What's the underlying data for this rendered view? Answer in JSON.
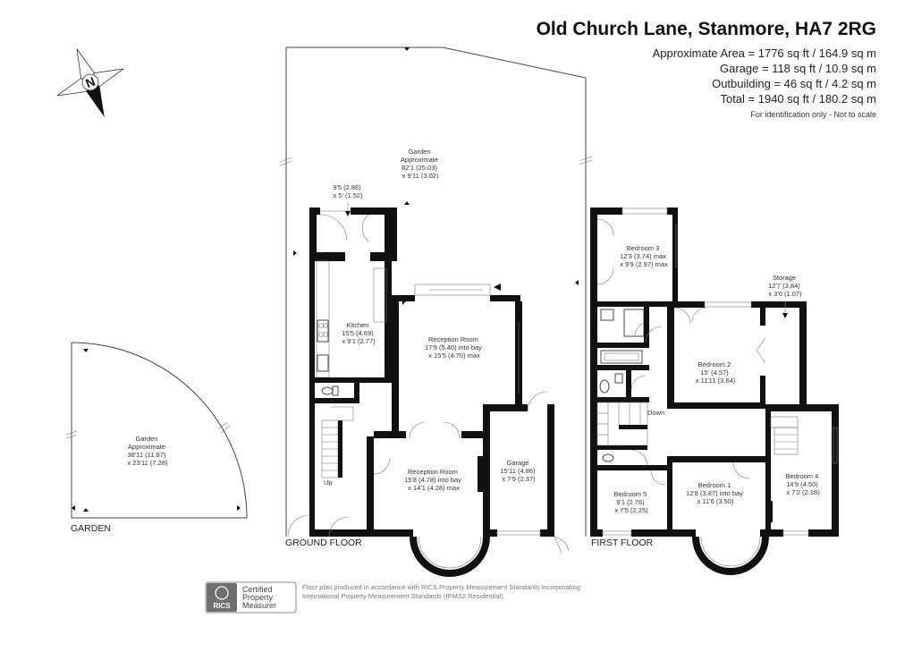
{
  "header": {
    "title": "Old Church Lane, Stanmore, HA7 2RG",
    "areas": [
      "Approximate Area = 1776 sq ft / 164.9 sq m",
      "Garage = 118 sq ft / 10.9 sq m",
      "Outbuilding = 46 sq ft / 4.2 sq m",
      "Total = 1940 sq ft / 180.2 sq m"
    ],
    "note": "For identification only - Not to scale"
  },
  "compass": {
    "label": "N",
    "icon": "compass-icon"
  },
  "rooms": {
    "garden_main": [
      "Garden",
      "Approximate",
      "82'1 (25.03)",
      "x 9'11 (3.02)"
    ],
    "garden_side": [
      "Garden",
      "Approximate",
      "38'11 (11.87)",
      "x 23'11 (7.28)"
    ],
    "passage": [
      "9'5 (2.86)",
      "x 5' (1.52)"
    ],
    "kitchen": [
      "Kitchen",
      "15'5 (4.69)",
      "x 9'1 (2.77)"
    ],
    "reception1": [
      "Reception Room",
      "17'9 (5.40) into bay",
      "x 15'5 (4.70) max"
    ],
    "reception2": [
      "Reception Room",
      "15'8 (4.78) into bay",
      "x 14'1 (4.28) max"
    ],
    "garage": [
      "Garage",
      "15'11 (4.86)",
      "x 7'9 (2.37)"
    ],
    "bedroom3": [
      "Bedroom 3",
      "12'3 (3.74) max",
      "x 9'9 (2.97) max"
    ],
    "storage": [
      "Storage",
      "12'7 (3.84)",
      "x 3'6 (1.07)"
    ],
    "bedroom2": [
      "Bedroom 2",
      "15' (4.57)",
      "x 11'11 (3.64)"
    ],
    "bedroom4": [
      "Bedroom 4",
      "14'9 (4.50)",
      "x 7'2 (2.18)"
    ],
    "bedroom1": [
      "Bedroom 1",
      "12'8 (3.87) into bay",
      "x 11'6 (3.50)"
    ],
    "bedroom5": [
      "Bedroom 5",
      "9'1 (2.76)",
      "x 7'5 (2.25)"
    ]
  },
  "labels": {
    "up": "Up",
    "down": "Down",
    "ground_floor": "GROUND FLOOR",
    "first_floor": "FIRST FLOOR",
    "garden": "GARDEN"
  },
  "footer": {
    "badge": [
      "Certified",
      "Property",
      "Measurer"
    ],
    "rics": "RICS",
    "text": [
      "Floor plan produced in accordance with RICS Property Measurement Standards incorporating",
      "International Property Measurement Standards (IPMS2 Residential)."
    ]
  }
}
